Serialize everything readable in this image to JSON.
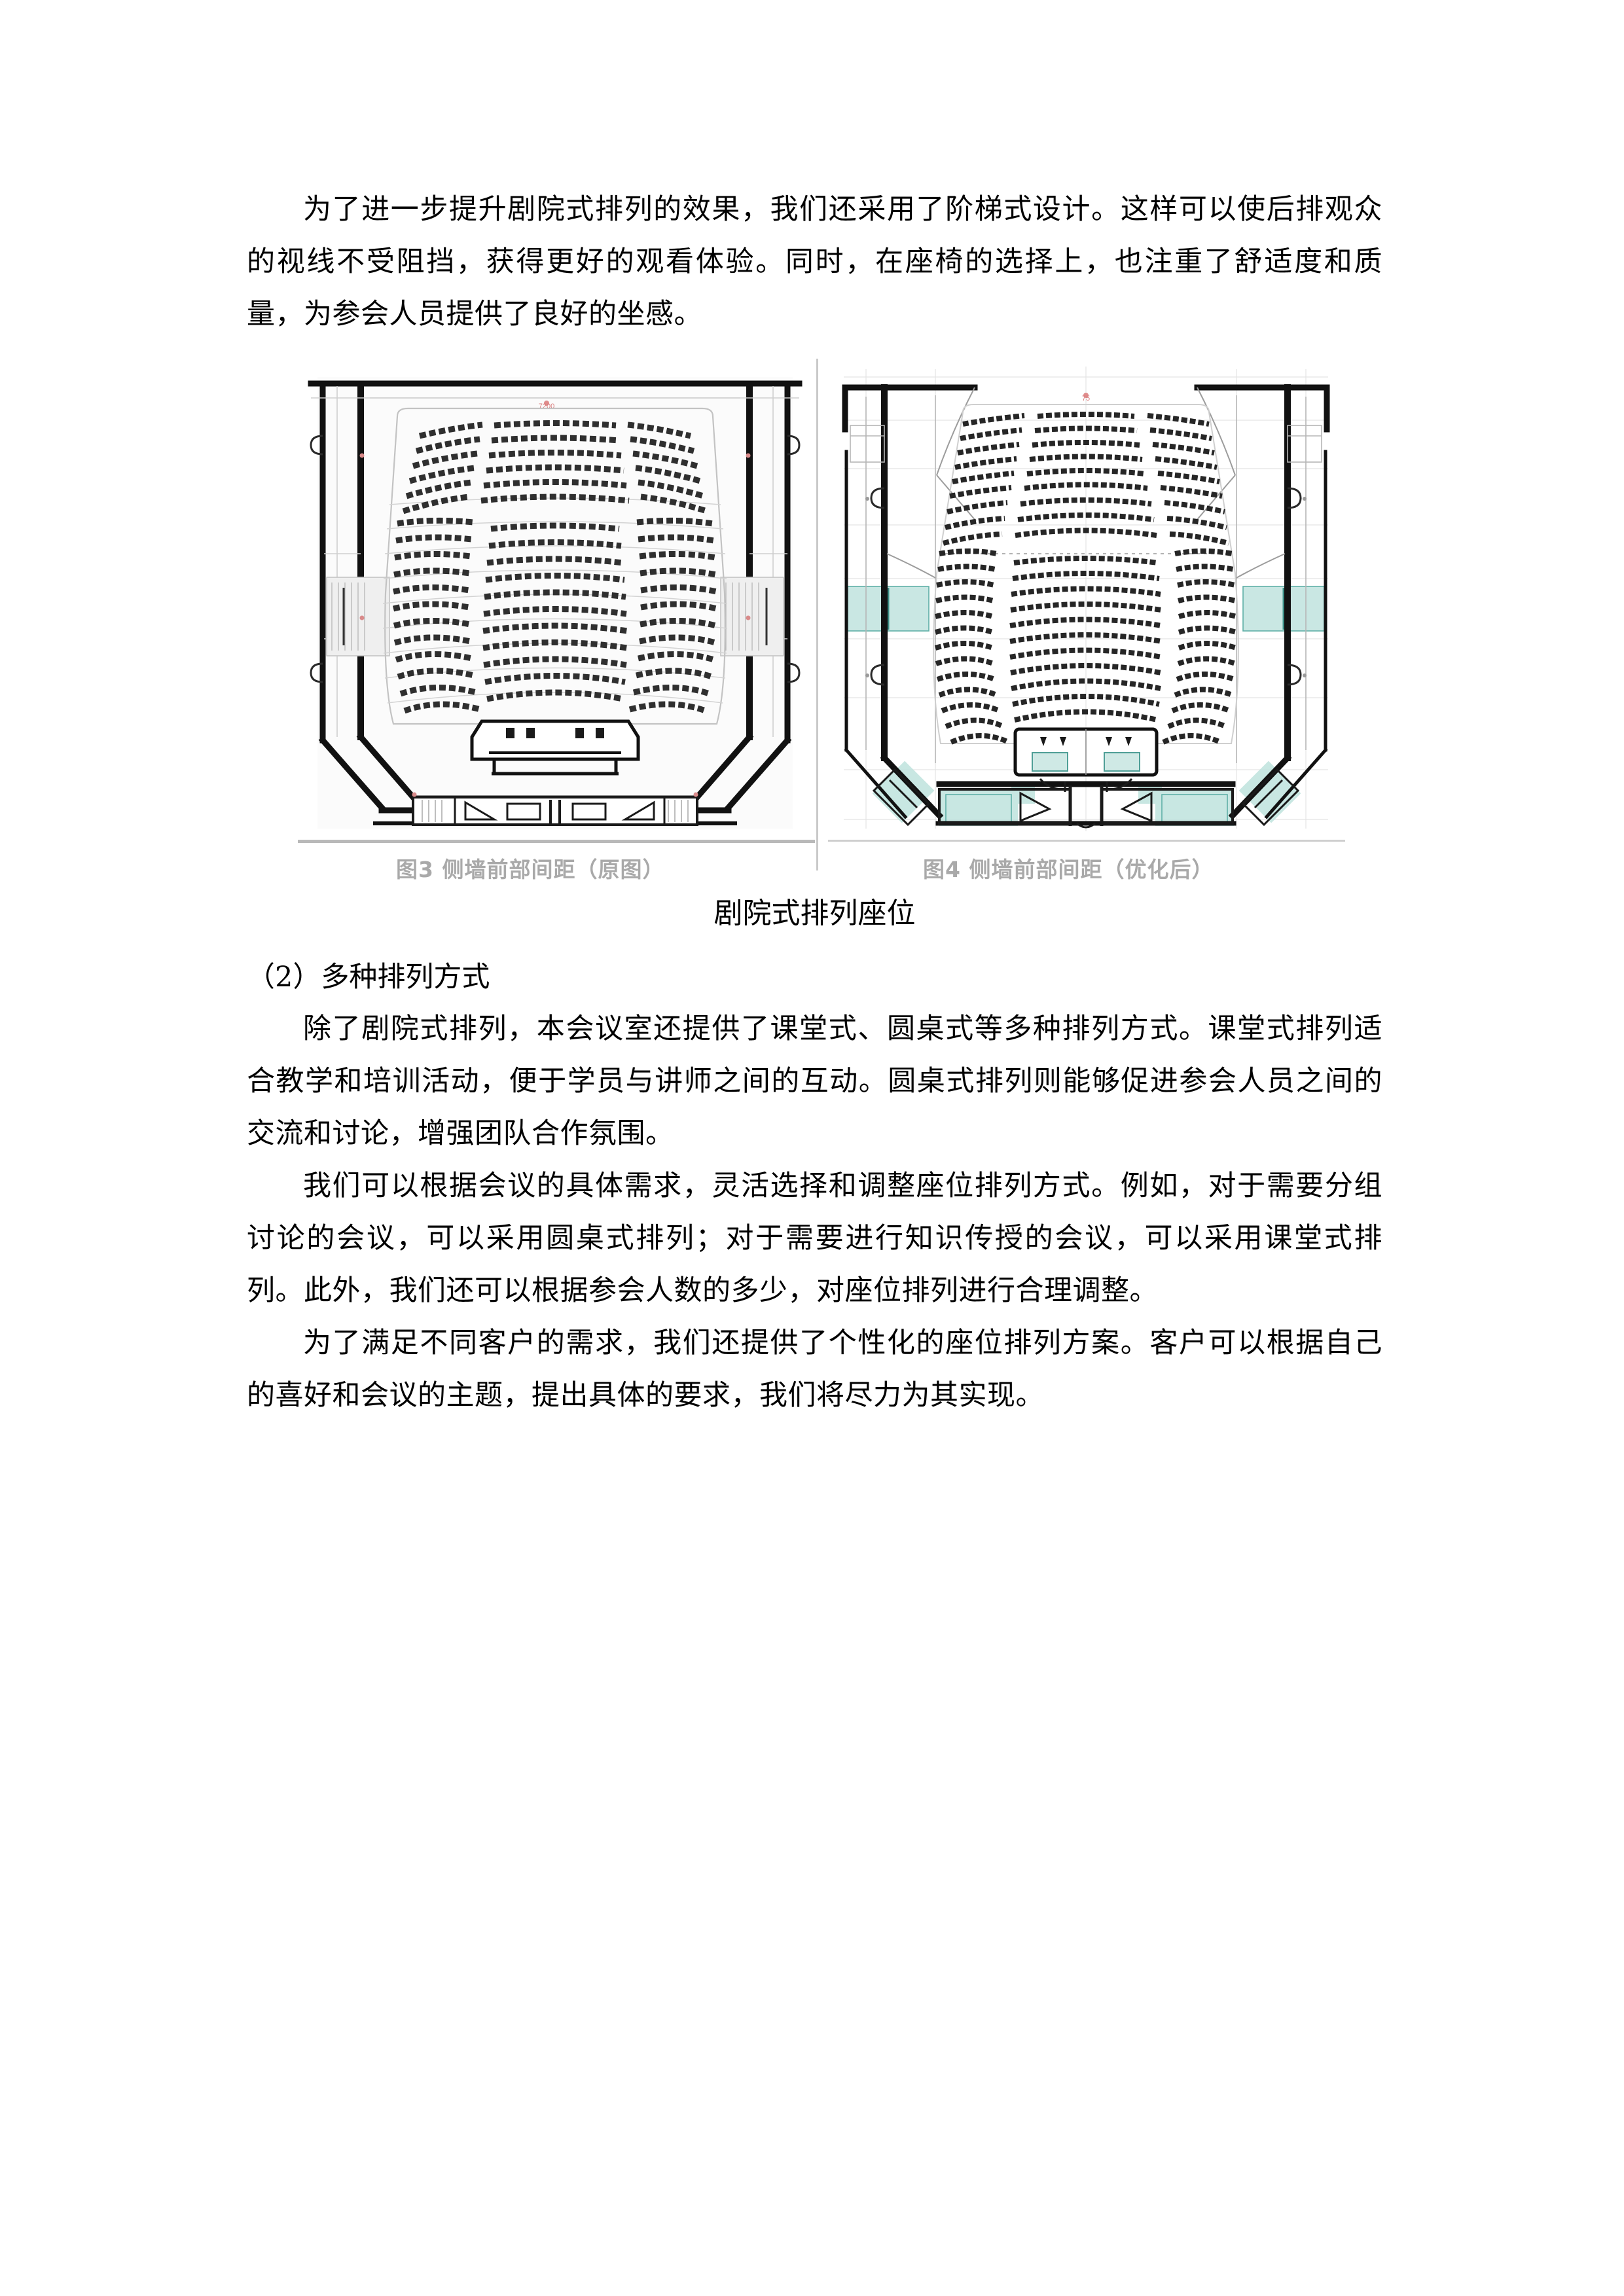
{
  "document": {
    "page_background": "#ffffff",
    "text_color": "#000000"
  },
  "paragraphs": {
    "p1": "为了进一步提升剧院式排列的效果，我们还采用了阶梯式设计。这样可以使后排观众的视线不受阻挡，获得更好的观看体验。同时，在座椅的选择上，也注重了舒适度和质量，为参会人员提供了良好的坐感。",
    "p2": "除了剧院式排列，本会议室还提供了课堂式、圆桌式等多种排列方式。课堂式排列适合教学和培训活动，便于学员与讲师之间的互动。圆桌式排列则能够促进参会人员之间的交流和讨论，增强团队合作氛围。",
    "p3": "我们可以根据会议的具体需求，灵活选择和调整座位排列方式。例如，对于需要分组讨论的会议，可以采用圆桌式排列；对于需要进行知识传授的会议，可以采用课堂式排列。此外，我们还可以根据参会人数的多少，对座位排列进行合理调整。",
    "p4": "为了满足不同客户的需求，我们还提供了个性化的座位排列方案。客户可以根据自己的喜好和会议的主题，提出具体的要求，我们将尽力为其实现。"
  },
  "headings": {
    "section2": "（2）多种排列方式"
  },
  "figure": {
    "title": "剧院式排列座位",
    "caption_left": "图3  侧墙前部间距（原图）",
    "caption_right": "图4  侧墙前部间距（优化后）",
    "caption_color": "#a9a9a9",
    "divider_color": "#c9c9c9",
    "underline_color": "#b9b9b9",
    "left_plan_label": "auditorium-floor-plan-original",
    "right_plan_label": "auditorium-floor-plan-optimized",
    "accent_color_right": "#9fd5cf",
    "line_color": "#1a1a1a"
  }
}
